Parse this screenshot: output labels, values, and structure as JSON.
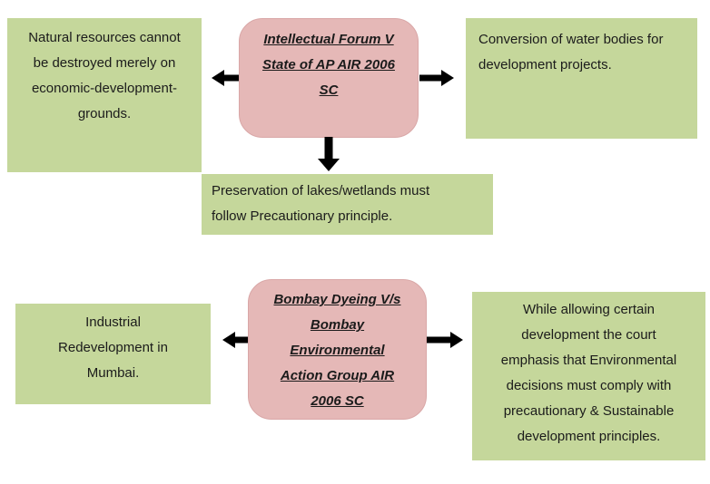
{
  "background": "#ffffff",
  "colors": {
    "box_green": "#C5D79B",
    "box_pink": "#E5B8B7",
    "pink_border": "#D9A7A7",
    "arrow": "#000000",
    "text": "#1b1b1b"
  },
  "flows": [
    {
      "name": "intellectual-forum-case",
      "case_box": {
        "lines": [
          "Intellectual Forum V",
          "State of AP AIR 2006",
          "SC"
        ]
      },
      "left_box": {
        "lines": [
          "Natural resources cannot",
          "be destroyed merely on",
          "economic-development-",
          "grounds."
        ]
      },
      "right_box": {
        "lines": [
          "Conversion of water bodies for",
          "development projects."
        ]
      },
      "bottom_box": {
        "lines": [
          "Preservation of lakes/wetlands must",
          "follow Precautionary principle."
        ]
      }
    },
    {
      "name": "bombay-dyeing-case",
      "case_box": {
        "lines": [
          "Bombay Dyeing V/s",
          "Bombay",
          "Environmental",
          "Action Group AIR",
          "2006 SC"
        ]
      },
      "left_box": {
        "lines": [
          "Industrial",
          "Redevelopment in",
          "Mumbai."
        ]
      },
      "right_box": {
        "lines": [
          "While allowing certain",
          "development the court",
          "emphasis that Environmental",
          "decisions must comply with",
          "precautionary & Sustainable",
          "development principles."
        ]
      }
    }
  ]
}
